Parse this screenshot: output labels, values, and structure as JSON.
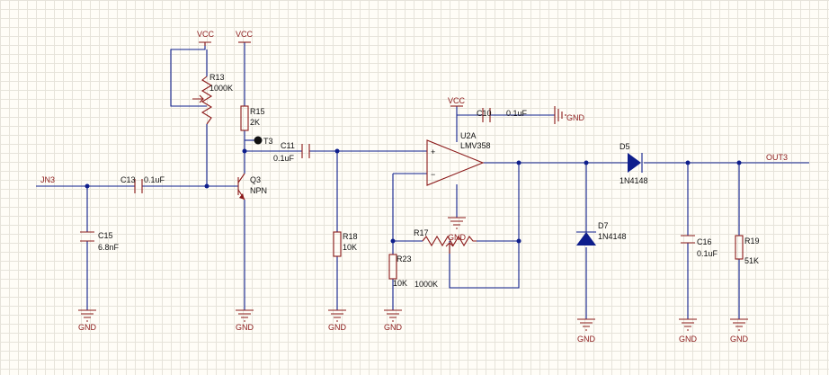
{
  "nets": {
    "in": "JN3",
    "out": "OUT3",
    "tp": "T3"
  },
  "power": {
    "vcc": "VCC",
    "gnd": "GND"
  },
  "components": {
    "c13": {
      "ref": "C13",
      "value": "0.1uF"
    },
    "c15": {
      "ref": "C15",
      "value": "6.8nF"
    },
    "r13": {
      "ref": "R13",
      "value": "1000K"
    },
    "r15": {
      "ref": "R15",
      "value": "2K"
    },
    "q3": {
      "ref": "Q3",
      "value": "NPN"
    },
    "c11": {
      "ref": "C11",
      "value": "0.1uF"
    },
    "r18": {
      "ref": "R18",
      "value": "10K"
    },
    "u2a": {
      "ref": "U2A",
      "value": "LMV358"
    },
    "c10": {
      "ref": "C10",
      "value": "0.1uF"
    },
    "r17": {
      "ref": "R17",
      "value": "1000K"
    },
    "r23": {
      "ref": "R23",
      "value": "10K"
    },
    "d7": {
      "ref": "D7",
      "value": "1N4148"
    },
    "d5": {
      "ref": "D5",
      "value": "1N4148"
    },
    "c16": {
      "ref": "C16",
      "value": "0.1uF"
    },
    "r19": {
      "ref": "R19",
      "value": "51K"
    }
  },
  "opamp_pins": {
    "plus": "+",
    "minus": "−"
  },
  "colors": {
    "wire": "#0e1e8c",
    "part": "#8b1a1a",
    "grid": "#e6e3da",
    "background": "#fffdf7"
  }
}
